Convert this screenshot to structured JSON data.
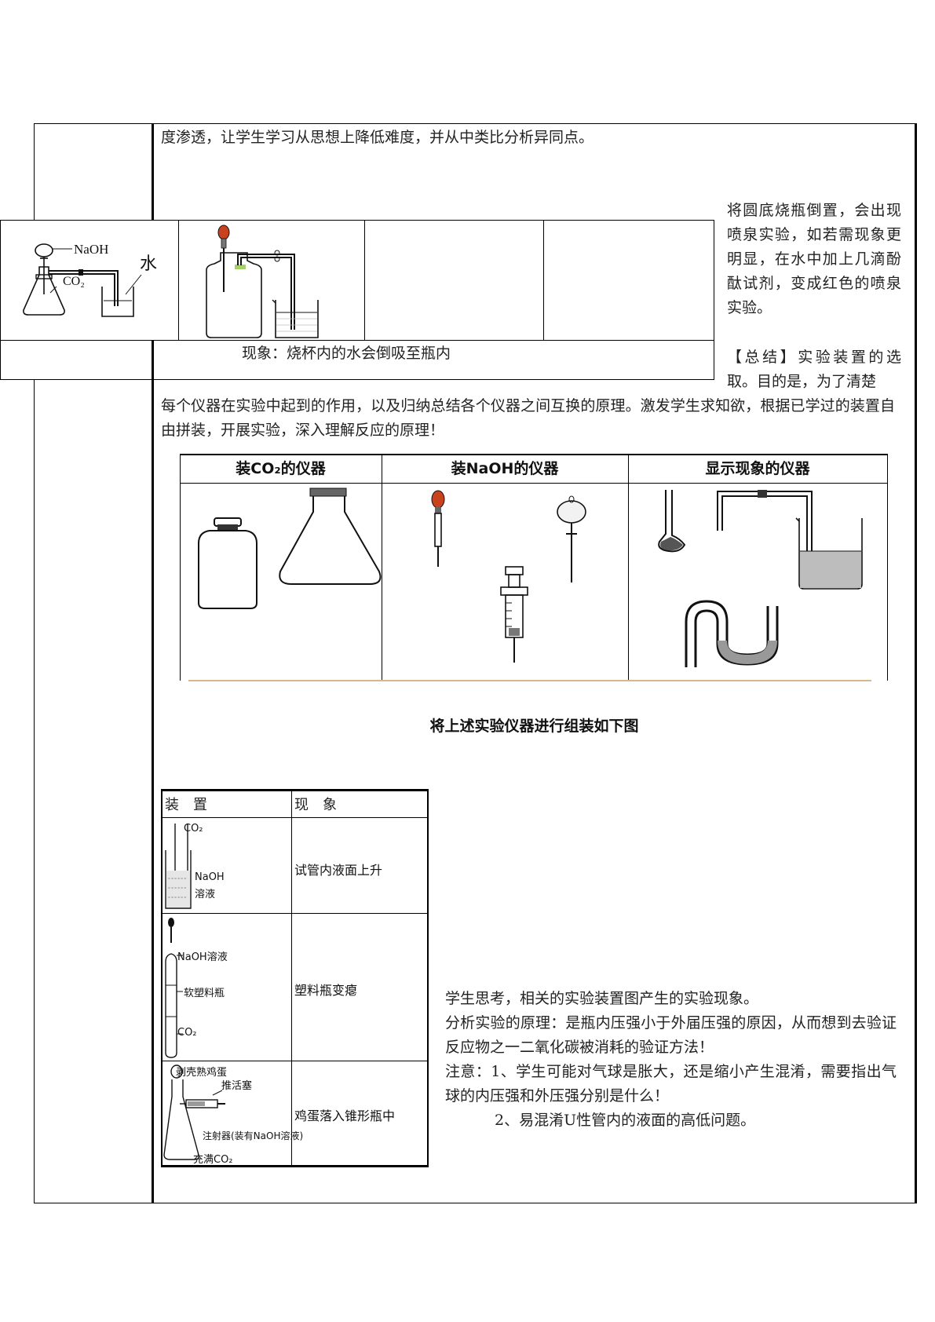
{
  "intro_line": "度渗透，让学生学习从思想上降低难度，并从中类比分析异同点。",
  "upper_table": {
    "figure1_labels": {
      "naoh": "NaOH",
      "co2": "CO₂",
      "water": "水"
    },
    "phenomenon": "现象：烧杯内的水会倒吸至瓶内"
  },
  "side_note": {
    "fountain": "将圆底烧瓶倒置，会出现喷泉实验，如若需现象更明显，在水中加上几滴酚酞试剂，变成红色的喷泉实验。",
    "summary": "【总结】实验装置的选取。目的是，为了清楚"
  },
  "continued_paragraph": "每个仪器在实验中起到的作用，以及归纳总结各个仪器之间互换的原理。激发学生求知欲，根据已学过的装置自由拼装，开展实验，深入理解反应的原理！",
  "instrument_table": {
    "headers": [
      "装CO₂的仪器",
      "装NaOH的仪器",
      "显示现象的仪器"
    ]
  },
  "assembly_caption": "将上述实验仪器进行组装如下图",
  "setup_table": {
    "headers": [
      "装　置",
      "现　象"
    ],
    "rows": [
      {
        "labels": [
          "CO₂",
          "NaOH",
          "溶液"
        ],
        "phenomenon": "试管内液面上升"
      },
      {
        "labels": [
          "NaOH溶液",
          "软塑料瓶",
          "CO₂"
        ],
        "phenomenon": "塑料瓶变瘪"
      },
      {
        "labels": [
          "剥壳熟鸡蛋",
          "推活塞",
          "注射器(装有NaOH溶液)",
          "充满CO₂"
        ],
        "phenomenon": "鸡蛋落入锥形瓶中"
      }
    ]
  },
  "analysis": [
    "学生思考，相关的实验装置图产生的实验现象。",
    "分析实验的原理：是瓶内压强小于外届压强的原因，从而想到去验证反应物之一二氧化碳被消耗的验证方法！",
    "注意：1、学生可能对气球是胀大，还是缩小产生混淆，需要指出气球的内压强和外压强分别是什么！",
    "2、易混淆U性管内的液面的高低问题。"
  ]
}
